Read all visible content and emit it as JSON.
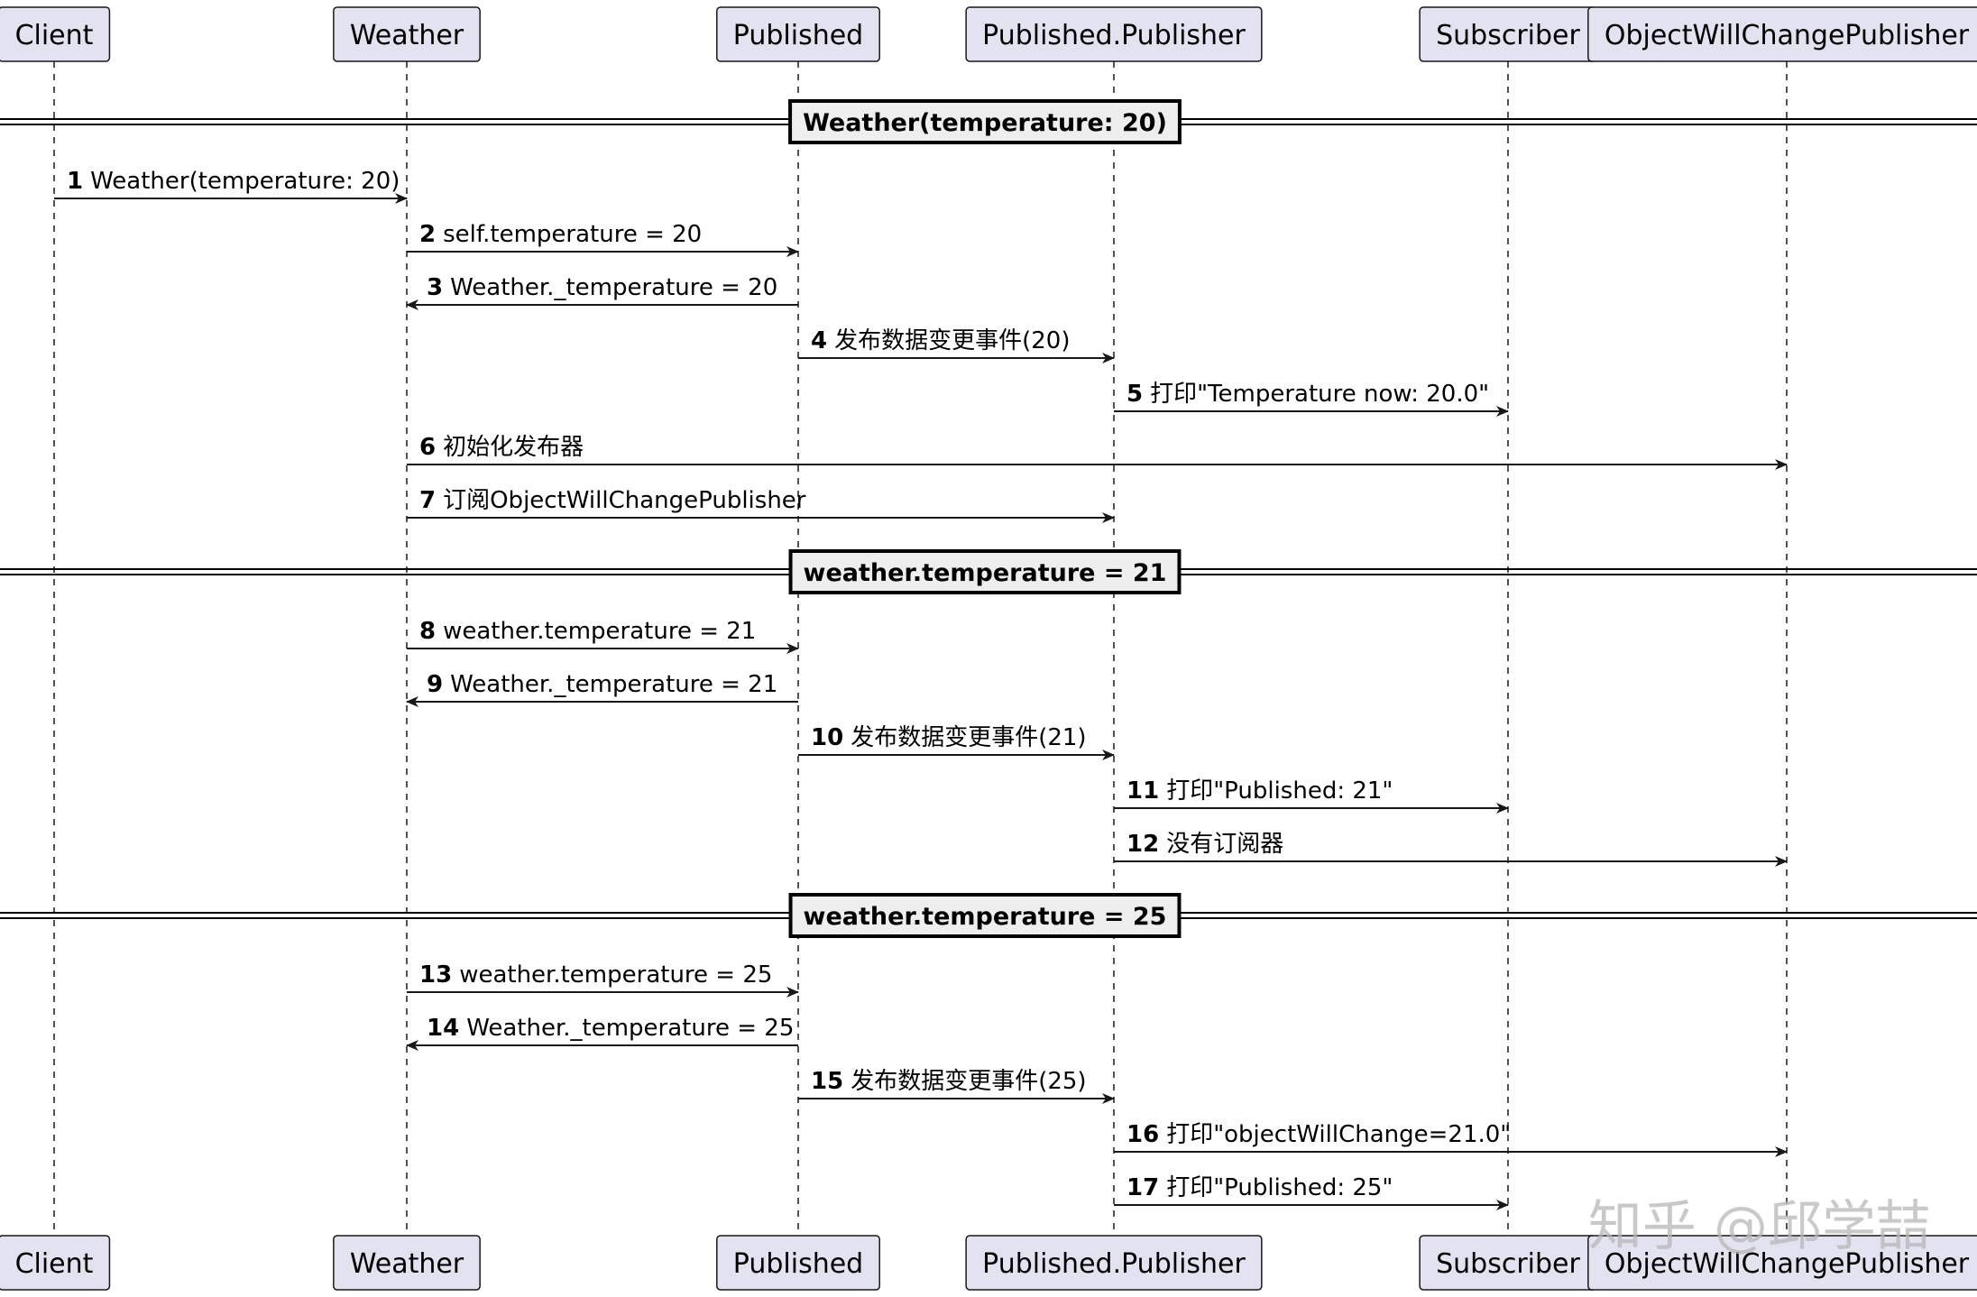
{
  "participants": [
    {
      "id": "client",
      "label": "Client"
    },
    {
      "id": "weather",
      "label": "Weather"
    },
    {
      "id": "published",
      "label": "Published"
    },
    {
      "id": "publisher",
      "label": "Published.Publisher"
    },
    {
      "id": "subscriber",
      "label": "Subscriber"
    },
    {
      "id": "owcp",
      "label": "ObjectWillChangePublisher"
    }
  ],
  "steps": [
    {
      "kind": "divider",
      "label": "Weather(temperature: 20)"
    },
    {
      "kind": "message",
      "num": "1",
      "from": "client",
      "to": "weather",
      "label": "Weather(temperature: 20)"
    },
    {
      "kind": "message",
      "num": "2",
      "from": "weather",
      "to": "published",
      "label": "self.temperature = 20"
    },
    {
      "kind": "message",
      "num": "3",
      "from": "published",
      "to": "weather",
      "label": "Weather._temperature = 20"
    },
    {
      "kind": "message",
      "num": "4",
      "from": "published",
      "to": "publisher",
      "label": "发布数据变更事件(20)"
    },
    {
      "kind": "message",
      "num": "5",
      "from": "publisher",
      "to": "subscriber",
      "label": "打印\"Temperature now: 20.0\""
    },
    {
      "kind": "message",
      "num": "6",
      "from": "weather",
      "to": "owcp",
      "label": "初始化发布器"
    },
    {
      "kind": "message",
      "num": "7",
      "from": "weather",
      "to": "publisher",
      "label": "订阅ObjectWillChangePublisher"
    },
    {
      "kind": "divider",
      "label": "weather.temperature = 21"
    },
    {
      "kind": "message",
      "num": "8",
      "from": "weather",
      "to": "published",
      "label": "weather.temperature = 21"
    },
    {
      "kind": "message",
      "num": "9",
      "from": "published",
      "to": "weather",
      "label": "Weather._temperature = 21"
    },
    {
      "kind": "message",
      "num": "10",
      "from": "published",
      "to": "publisher",
      "label": "发布数据变更事件(21)"
    },
    {
      "kind": "message",
      "num": "11",
      "from": "publisher",
      "to": "subscriber",
      "label": "打印\"Published: 21\""
    },
    {
      "kind": "message",
      "num": "12",
      "from": "publisher",
      "to": "owcp",
      "label": "没有订阅器"
    },
    {
      "kind": "divider",
      "label": "weather.temperature = 25"
    },
    {
      "kind": "message",
      "num": "13",
      "from": "weather",
      "to": "published",
      "label": "weather.temperature = 25"
    },
    {
      "kind": "message",
      "num": "14",
      "from": "published",
      "to": "weather",
      "label": "Weather._temperature = 25"
    },
    {
      "kind": "message",
      "num": "15",
      "from": "published",
      "to": "publisher",
      "label": "发布数据变更事件(25)"
    },
    {
      "kind": "message",
      "num": "16",
      "from": "publisher",
      "to": "owcp",
      "label": "打印\"objectWillChange=21.0\""
    },
    {
      "kind": "message",
      "num": "17",
      "from": "publisher",
      "to": "subscriber",
      "label": "打印\"Published: 25\""
    }
  ],
  "watermark": "知乎 @邱学喆"
}
